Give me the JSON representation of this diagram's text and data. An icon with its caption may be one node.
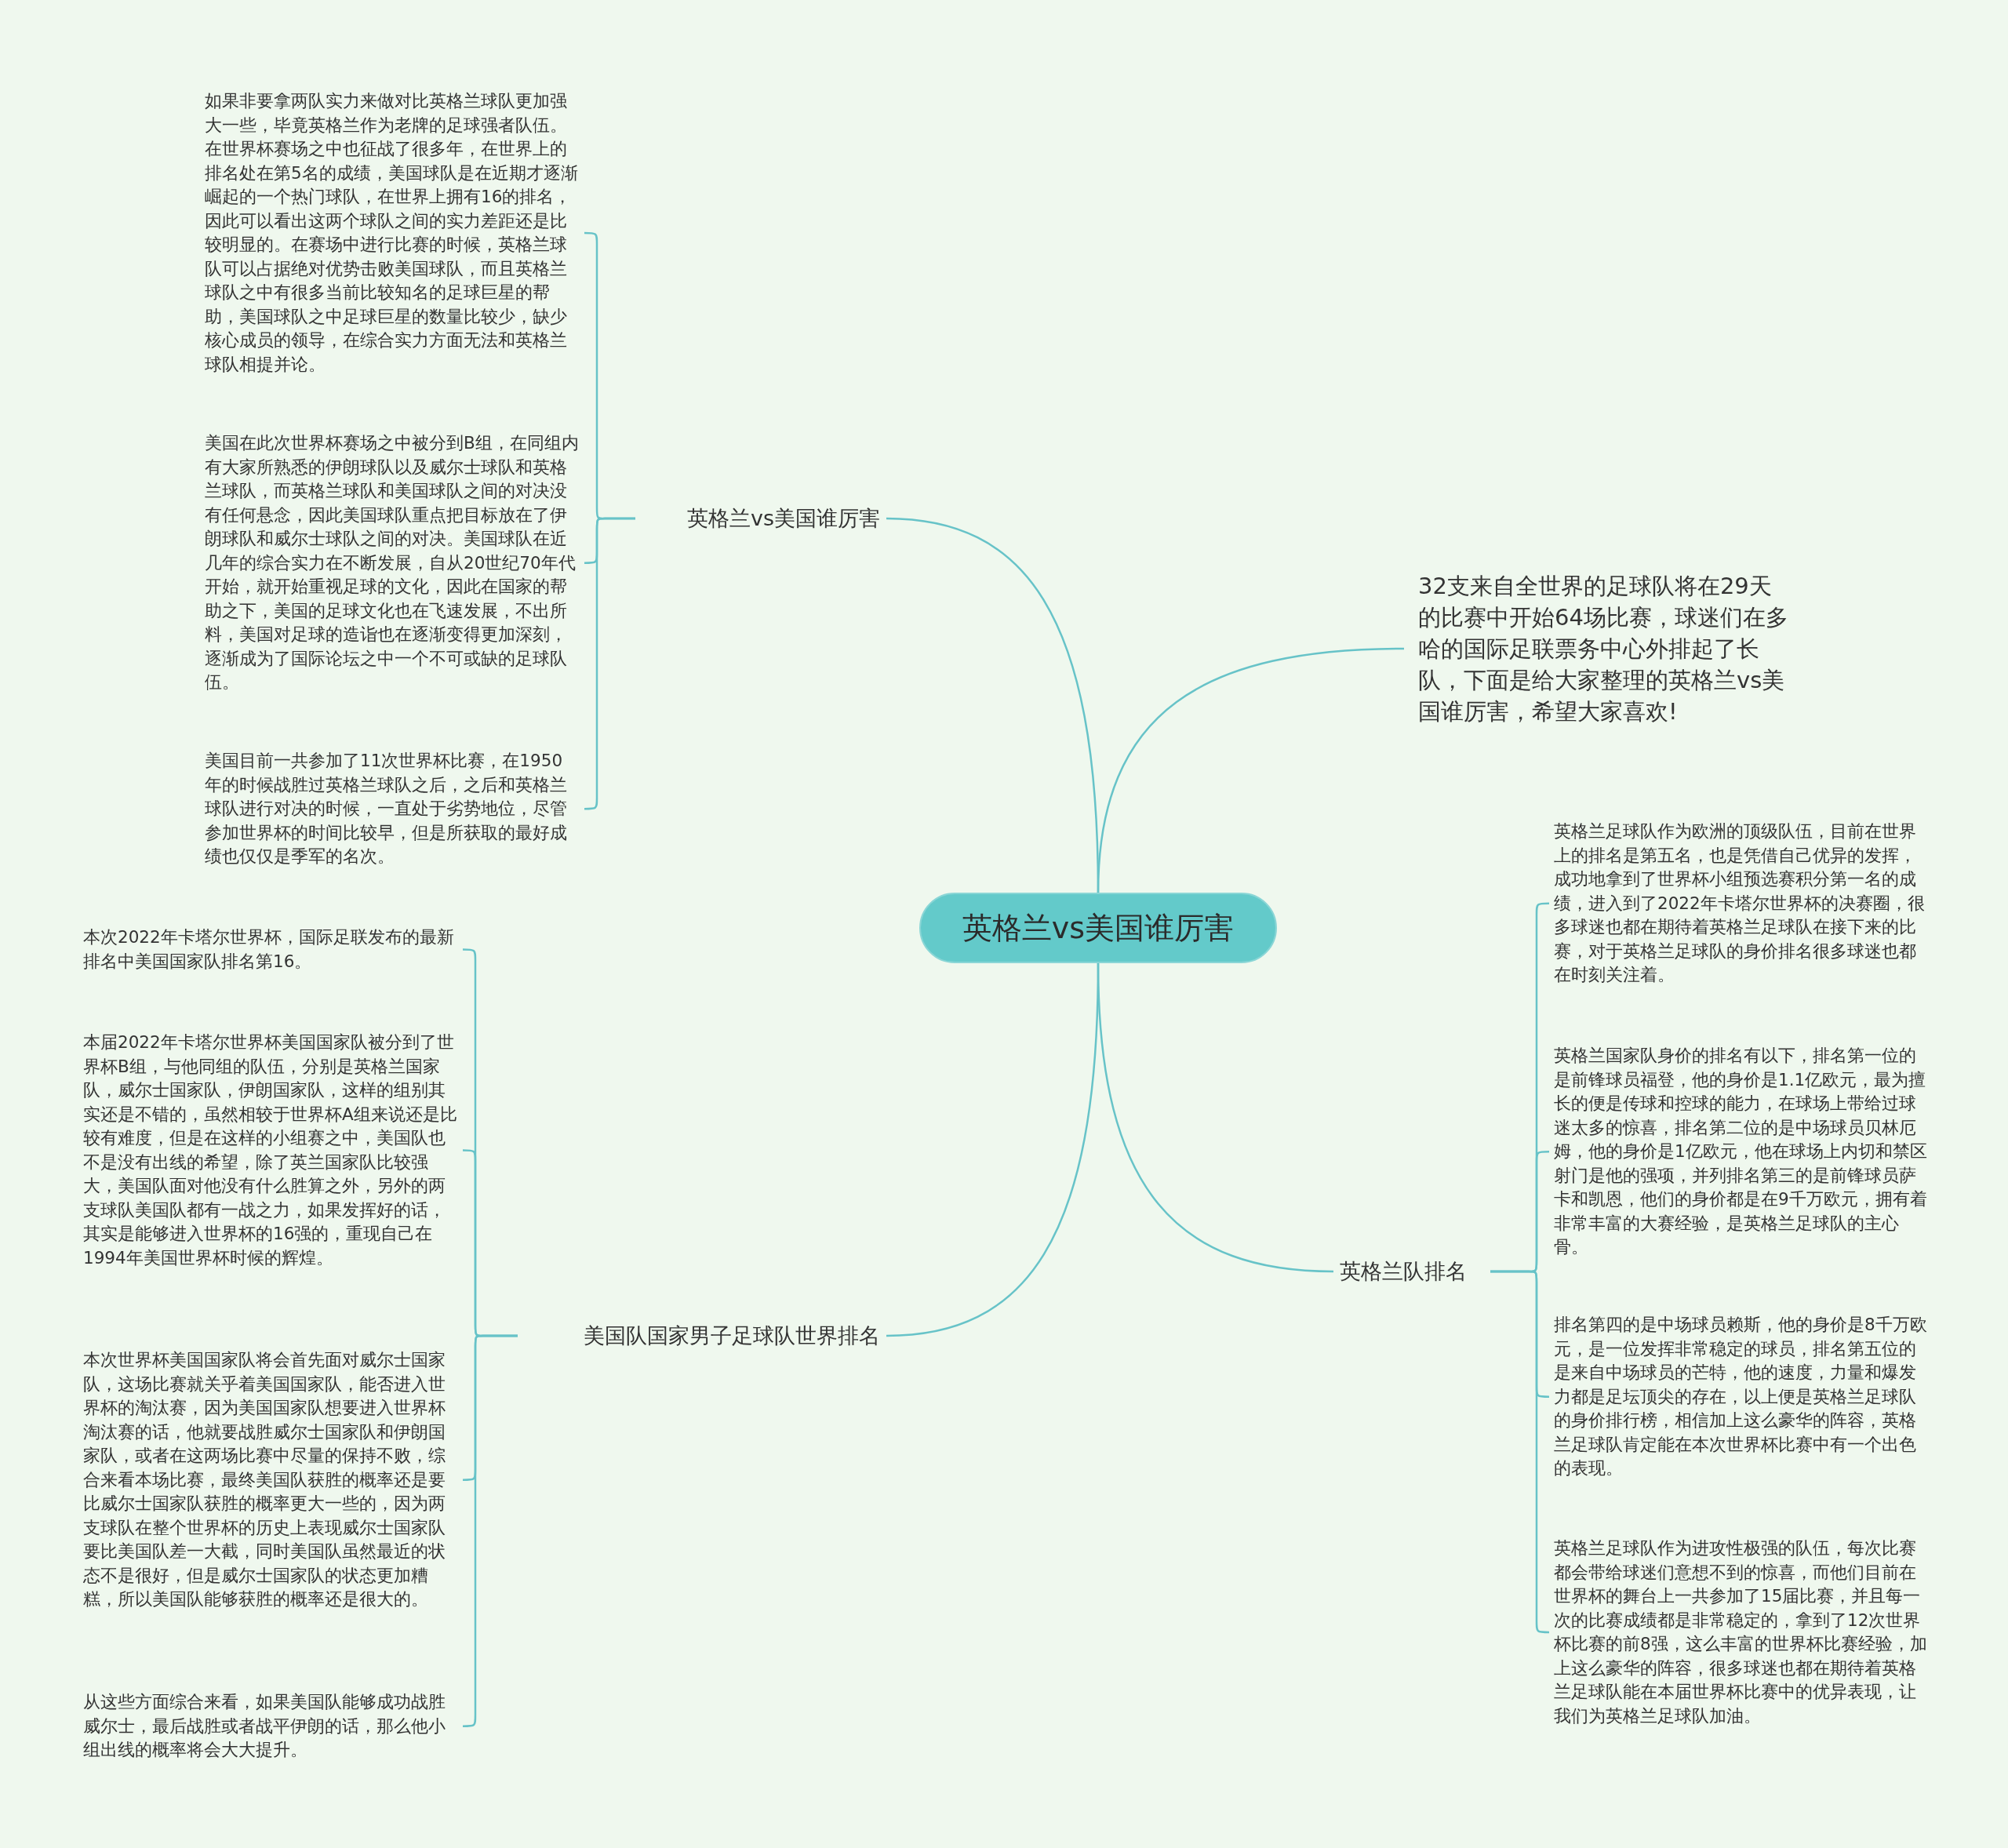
{
  "diagram": {
    "nodes": [
      {
        "text": [
          "英格兰vs美国谁厉害"
        ]
      },
      {
        "text": [
          "英格兰vs美国谁厉害"
        ]
      },
      {
        "text": [
          "如果非要拿两队实力来做对比英格兰球队更加强大一些，毕竟英格兰作为老牌的足球强者队伍。在世界杯赛场之中也征战了很多年，在世界上的排名处在第5名的成绩，美国球队是在近期才逐渐崛起的一个热门球队，在世界上拥有16的排名，因此可以看出这两个球队之间的实力差距还是比较明显的。在赛场中进行比赛的时候，英格兰球队可以占据绝对优势击败美国球队，而且英格兰球队之中有很多当前比较知名的足球巨星的帮助，美国球队之中足球巨星的数量比较少，缺少核心成员的领导，在综合实力方面无法和英格兰球队相提并论。"
        ]
      },
      {
        "text": [
          "美国在此次世界杯赛场之中被分到B组，在同组内有大家所熟悉的伊朗球队以及威尔士球队和英格兰球队，而英格兰球队和美国球队之间的对决没有任何悬念，因此美国球队重点把目标放在了伊朗球队和威尔士球队之间的对决。美国球队在近几年的综合实力在不断发展，自从20世纪70年代开始，就开始重视足球的文化，因此在国家的帮助之下，美国的足球文化也在飞速发展，不出所料，美国对足球的造诣也在逐渐变得更加深刻，逐渐成为了国际论坛之中一个不可或缺的足球队伍。"
        ]
      },
      {
        "text": [
          "美国目前一共参加了11次世界杯比赛，在1950年的时候战胜过英格兰球队之后，之后和英格兰球队进行对决的时候，一直处于劣势地位，尽管参加世界杯的时间比较早，但是所获取的最好成绩也仅仅是季军的名次。"
        ]
      },
      {
        "text": [
          "32支来自全世界的足球队将在29天的比赛中开始64场比赛，球迷们在多哈的国际足联票务中心外排起了长队，下面是给大家整理的英格兰vs美国谁厉害，希望大家喜欢!"
        ]
      },
      {
        "text": [
          "英格兰队排名"
        ]
      },
      {
        "text": [
          "英格兰足球队作为欧洲的顶级队伍，目前在世界上的排名是第五名，也是凭借自己优异的发挥，成功地拿到了世界杯小组预选赛积分第一名的成绩，进入到了2022年卡塔尔世界杯的决赛圈，很多球迷也都在期待着英格兰足球队在接下来的比赛，对于英格兰足球队的身价排名很多球迷也都在时刻关注着。"
        ]
      },
      {
        "text": [
          "英格兰国家队身价的排名有以下，排名第一位的是前锋球员福登，他的身价是1.1亿欧元，最为擅长的便是传球和控球的能力，在球场上带给过球迷太多的惊喜，排名第二位的是中场球员贝林厄姆，他的身价是1亿欧元，他在球场上内切和禁区射门是他的强项，并列排名第三的是前锋球员萨卡和凯恩，他们的身价都是在9千万欧元，拥有着非常丰富的大赛经验，是英格兰足球队的主心骨。"
        ]
      },
      {
        "text": [
          "排名第四的是中场球员赖斯，他的身价是8千万欧元，是一位发挥非常稳定的球员，排名第五位的是来自中场球员的芒特，他的速度，力量和爆发力都是足坛顶尖的存在，以上便是英格兰足球队的身价排行榜，相信加上这么豪华的阵容，英格兰足球队肯定能在本次世界杯比赛中有一个出色的表现。"
        ]
      },
      {
        "text": [
          "英格兰足球队作为进攻性极强的队伍，每次比赛都会带给球迷们意想不到的惊喜，而他们目前在世界杯的舞台上一共参加了15届比赛，并且每一次的比赛成绩都是非常稳定的，拿到了12次世界杯比赛的前8强，这么丰富的世界杯比赛经验，加上这么豪华的阵容，很多球迷也都在期待着英格兰足球队能在本届世界杯比赛中的优异表现，让我们为英格兰足球队加油。"
        ]
      },
      {
        "text": [
          "美国队国家男子足球队世界排名"
        ]
      },
      {
        "text": [
          "本次2022年卡塔尔世界杯，国际足联发布的最新排名中美国国家队排名第16。"
        ]
      },
      {
        "text": [
          "本届2022年卡塔尔世界杯美国国家队被分到了世界杯B组，与他同组的队伍，分别是英格兰国家队，威尔士国家队，伊朗国家队，这样的组别其实还是不错的，虽然相较于世界杯A组来说还是比较有难度，但是在这样的小组赛之中，美国队也不是没有出线的希望，除了英兰国家队比较强大，美国队面对他没有什么胜算之外，另外的两支球队美国队都有一战之力，如果发挥好的话，其实是能够进入世界杯的16强的，重现自己在1994年美国世界杯时候的辉煌。"
        ]
      },
      {
        "text": [
          "本次世界杯美国国家队将会首先面对威尔士国家队，这场比赛就关乎着美国国家队，能否进入世界杯的淘汰赛，因为美国国家队想要进入世界杯淘汰赛的话，他就要战胜威尔士国家队和伊朗国家队，或者在这两场比赛中尽量的保持不败，综合来看本场比赛，最终美国队获胜的概率还是要比威尔士国家队获胜的概率更大一些的，因为两支球队在整个世界杯的历史上表现威尔士国家队要比美国队差一大截，同时美国队虽然最近的状态不是很好，但是威尔士国家队的状态更加糟糕，所以美国队能够获胜的概率还是很大的。"
        ]
      },
      {
        "text": [
          "从这些方面综合来看，如果美国队能够成功战胜威尔士，最后战胜或者战平伊朗的话，那么他小组出线的概率将会大大提升。"
        ]
      }
    ],
    "edges": [
      {
        "from": 0,
        "to": 1,
        "arrow": "none"
      },
      {
        "from": 0,
        "to": 5,
        "arrow": "none"
      },
      {
        "from": 0,
        "to": 6,
        "arrow": "none"
      },
      {
        "from": 0,
        "to": 11,
        "arrow": "none"
      },
      {
        "from": 1,
        "to": 2,
        "arrow": "none"
      },
      {
        "from": 1,
        "to": 3,
        "arrow": "none"
      },
      {
        "from": 1,
        "to": 4,
        "arrow": "none"
      },
      {
        "from": 6,
        "to": 7,
        "arrow": "none"
      },
      {
        "from": 6,
        "to": 8,
        "arrow": "none"
      },
      {
        "from": 6,
        "to": 9,
        "arrow": "none"
      },
      {
        "from": 6,
        "to": 10,
        "arrow": "none"
      },
      {
        "from": 11,
        "to": 12,
        "arrow": "none"
      },
      {
        "from": 11,
        "to": 13,
        "arrow": "none"
      },
      {
        "from": 11,
        "to": 14,
        "arrow": "none"
      },
      {
        "from": 11,
        "to": 15,
        "arrow": "none"
      }
    ]
  }
}
